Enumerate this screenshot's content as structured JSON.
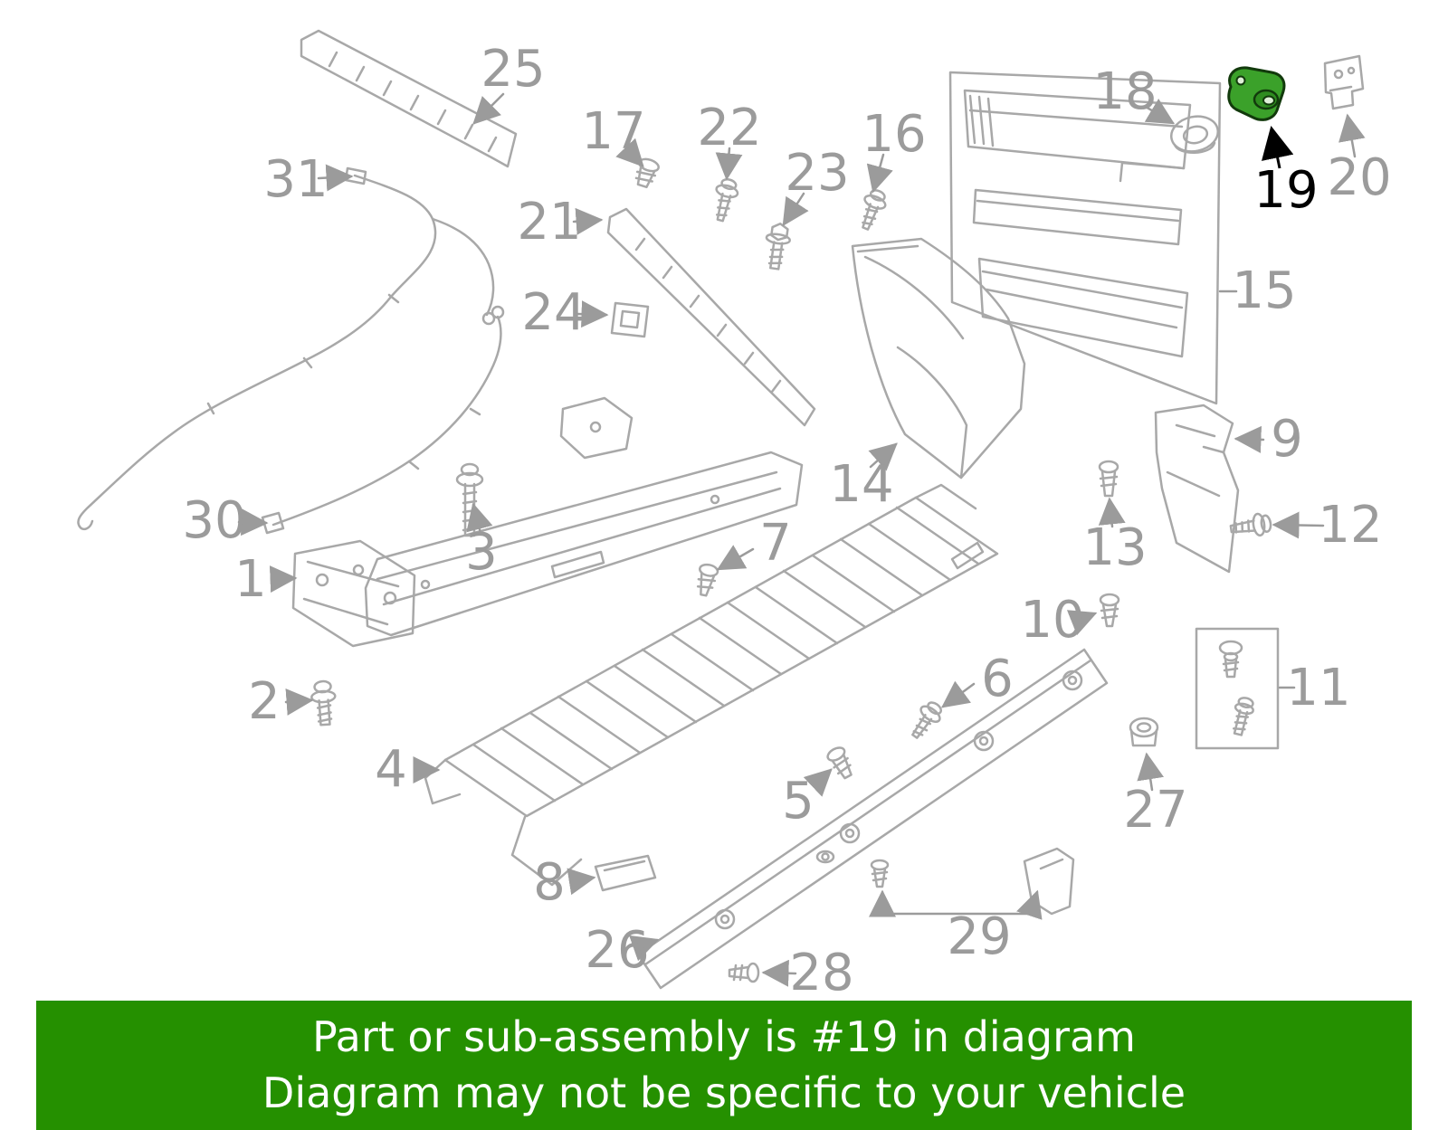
{
  "diagram": {
    "highlighted_part": "19",
    "line_color": "#a8a8a8",
    "label_color": "#9b9b9b",
    "highlight_fill": "#3ba12a",
    "highlight_stroke": "#123a0c"
  },
  "callouts": {
    "c1": {
      "num": "1"
    },
    "c2": {
      "num": "2"
    },
    "c3": {
      "num": "3"
    },
    "c4": {
      "num": "4"
    },
    "c5": {
      "num": "5"
    },
    "c6": {
      "num": "6"
    },
    "c7": {
      "num": "7"
    },
    "c8": {
      "num": "8"
    },
    "c9": {
      "num": "9"
    },
    "c10": {
      "num": "10"
    },
    "c11": {
      "num": "11"
    },
    "c12": {
      "num": "12"
    },
    "c13": {
      "num": "13"
    },
    "c14": {
      "num": "14"
    },
    "c15": {
      "num": "15"
    },
    "c16": {
      "num": "16"
    },
    "c17": {
      "num": "17"
    },
    "c18": {
      "num": "18"
    },
    "c19": {
      "num": "19"
    },
    "c20": {
      "num": "20"
    },
    "c21": {
      "num": "21"
    },
    "c22": {
      "num": "22"
    },
    "c23": {
      "num": "23"
    },
    "c24": {
      "num": "24"
    },
    "c25": {
      "num": "25"
    },
    "c26": {
      "num": "26"
    },
    "c27": {
      "num": "27"
    },
    "c28": {
      "num": "28"
    },
    "c29": {
      "num": "29"
    },
    "c30": {
      "num": "30"
    },
    "c31": {
      "num": "31"
    }
  },
  "banner": {
    "line1": "Part or sub-assembly is #19 in diagram",
    "line2": "Diagram may not be specific to your vehicle",
    "background_color": "#259000",
    "text_color": "#ffffff"
  }
}
